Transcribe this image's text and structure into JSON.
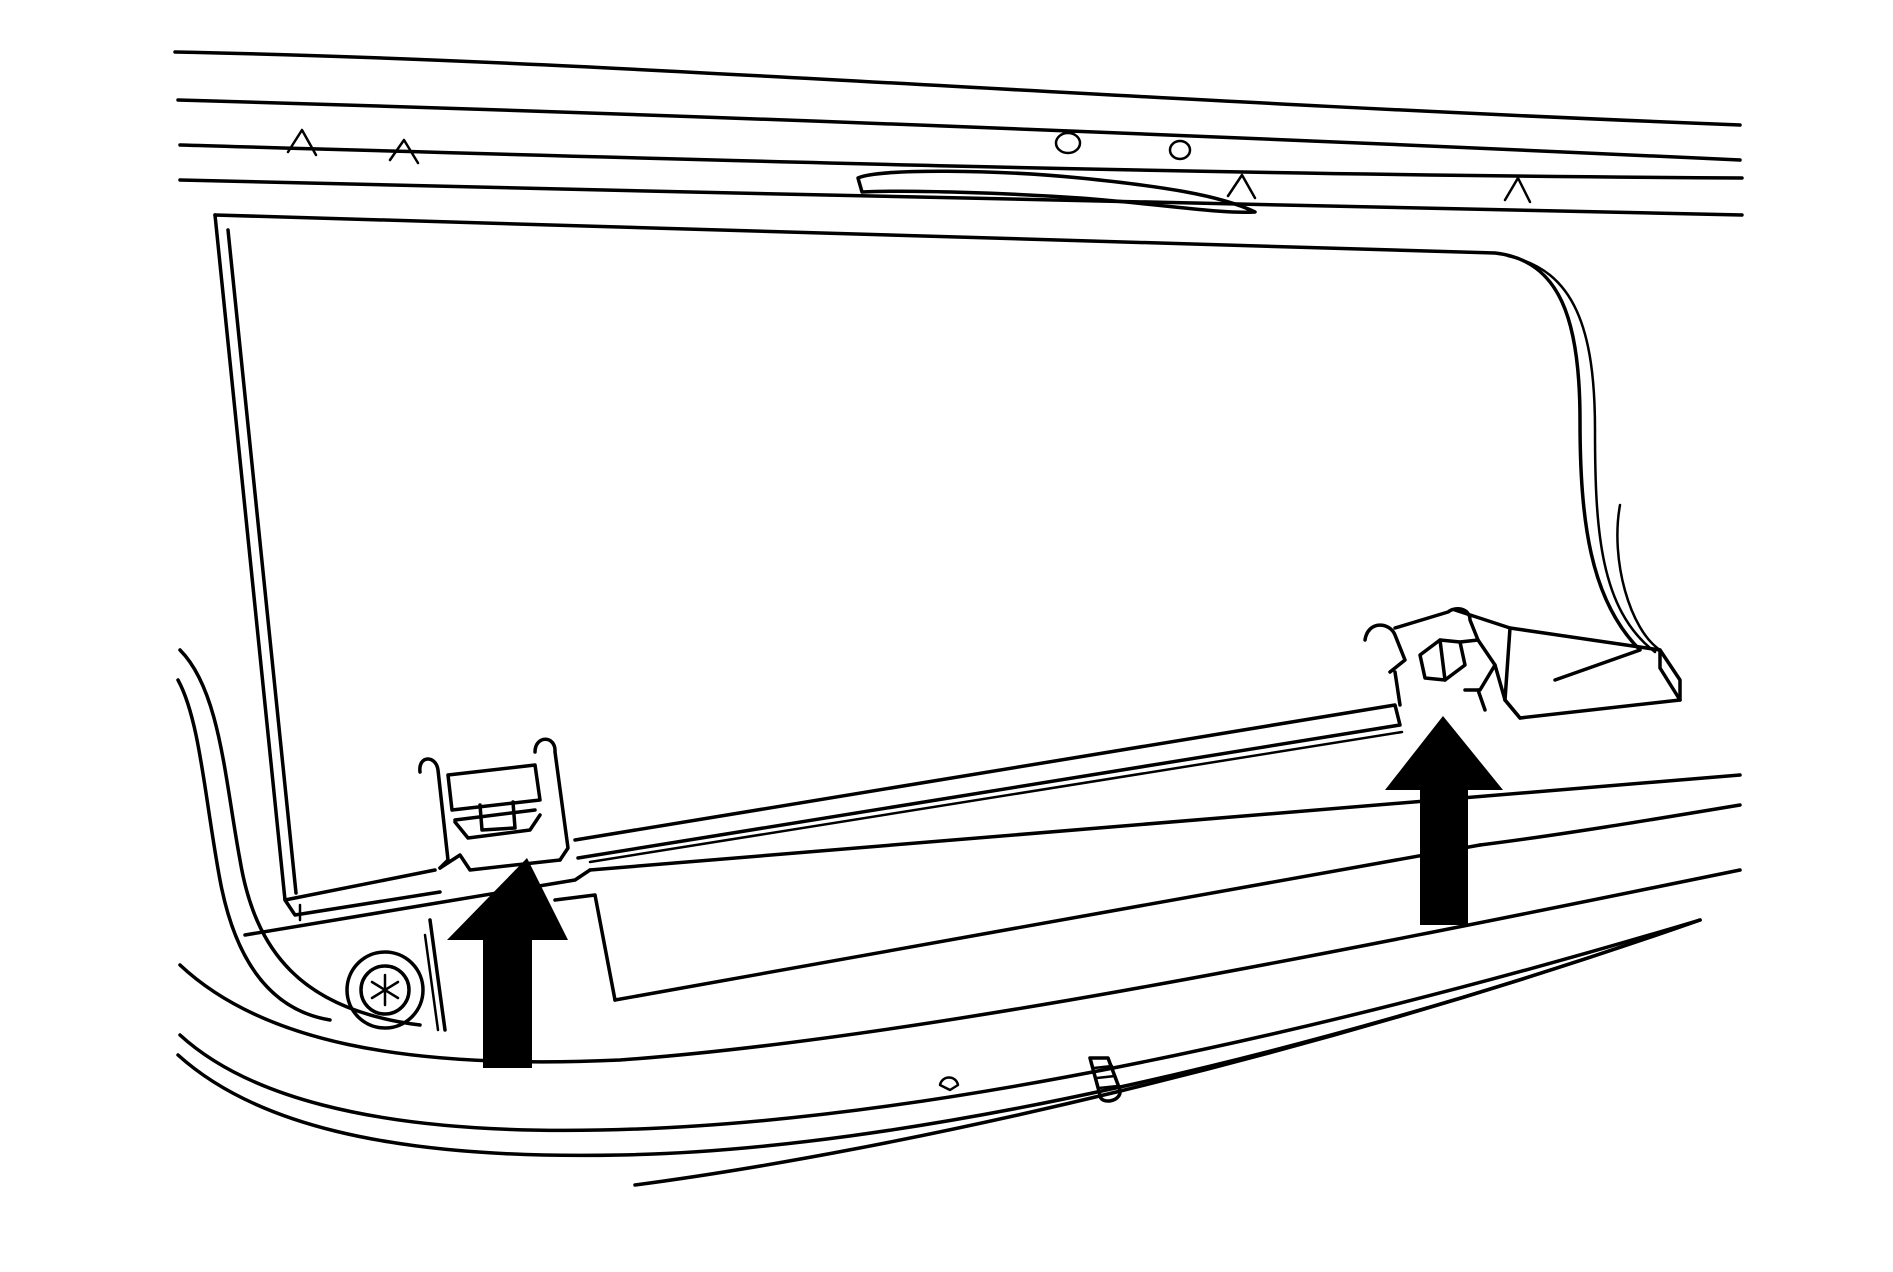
{
  "diagram": {
    "background_color": "#ffffff",
    "line_color": "#000000",
    "parts": [
      "filter-access-door",
      "hinge-clip-left",
      "hinge-clip-right",
      "screw",
      "stud"
    ],
    "arrows": [
      {
        "name": "arrow-up-left-clip",
        "direction": "up"
      },
      {
        "name": "arrow-up-right-clip",
        "direction": "up"
      }
    ]
  }
}
